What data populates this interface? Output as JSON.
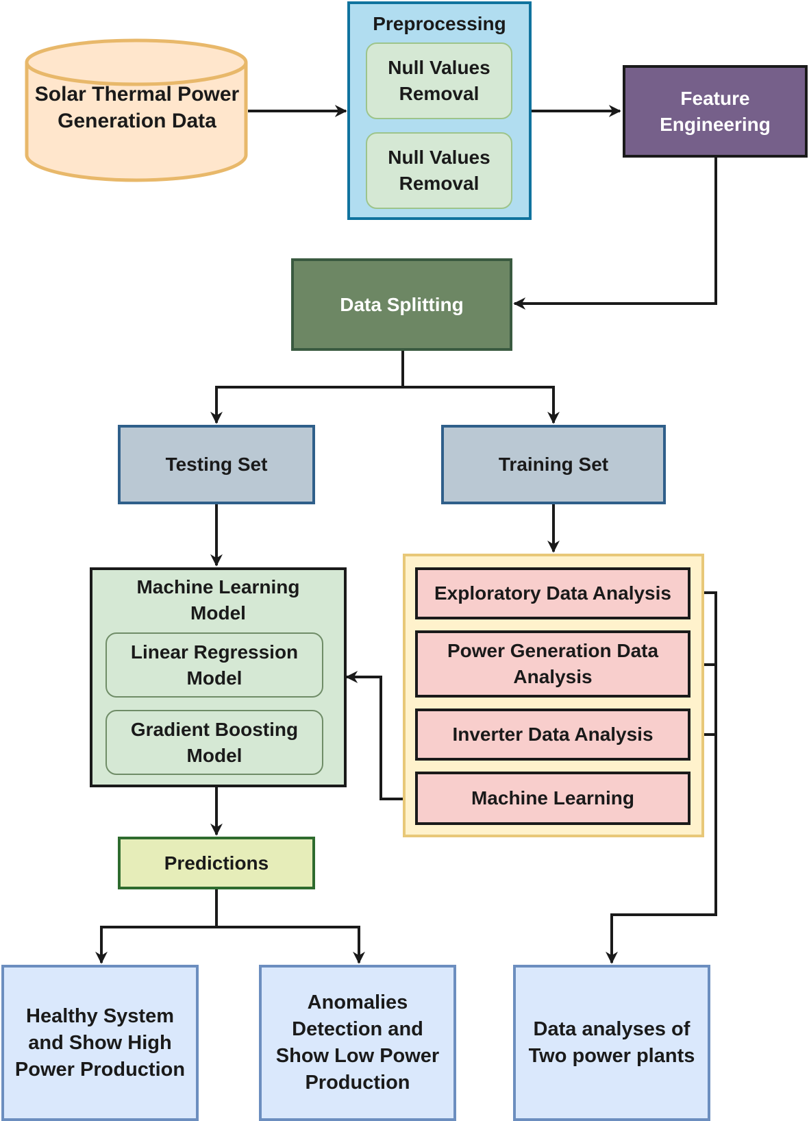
{
  "source": {
    "label": "Solar Thermal Power Generation Data"
  },
  "preprocessing": {
    "title": "Preprocessing",
    "steps": [
      "Null Values Removal",
      "Null Values Removal"
    ]
  },
  "feature_engineering": {
    "label": "Feature Engineering"
  },
  "data_splitting": {
    "label": "Data Splitting"
  },
  "testing_set": {
    "label": "Testing Set"
  },
  "training_set": {
    "label": "Training Set"
  },
  "ml_model": {
    "title": "Machine Learning Model",
    "models": [
      "Linear Regression Model",
      "Gradient Boosting Model"
    ]
  },
  "analyses": [
    "Exploratory Data Analysis",
    "Power Generation Data Analysis",
    "Inverter Data Analysis",
    "Machine Learning"
  ],
  "predictions": {
    "label": "Predictions"
  },
  "outcomes": [
    "Healthy System and Show High Power Production",
    "Anomalies Detection and Show Low Power Production",
    "Data analyses of Two power plants"
  ],
  "colors": {
    "source_fill": "#ffe6cc",
    "source_stroke": "#e8b86a",
    "preprocessing_fill": "#b1ddf0",
    "preprocessing_stroke": "#10739e",
    "feature_fill": "#76608a",
    "feature_stroke": "#1a1a1a",
    "splitting_fill": "#6d8764",
    "splitting_stroke": "#3a5a40",
    "set_fill": "#bac8d3",
    "set_stroke": "#2f5f8a",
    "model_fill": "#d5e8d4",
    "analysis_fill": "#f8cecc",
    "analysis_group_fill": "#fff2cc",
    "analysis_group_stroke": "#e8c878",
    "predictions_fill": "#e6edb9",
    "predictions_stroke": "#2e6b2e",
    "outcome_fill": "#dae8fc",
    "outcome_stroke": "#6c8ebf"
  }
}
